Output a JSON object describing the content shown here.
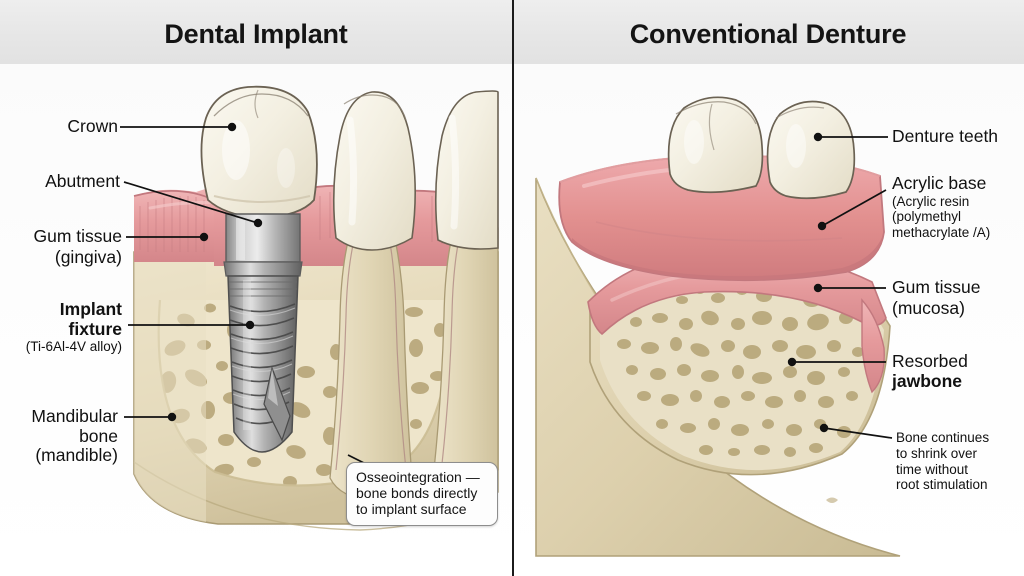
{
  "figure": {
    "type": "medical-illustration",
    "subject": "Comparison of dental implant versus conventional denture in the mandible",
    "panel_count": 2
  },
  "panels": {
    "left": {
      "title": "Dental Implant",
      "labels": [
        {
          "id": "crown",
          "name": "Crown",
          "sub": "",
          "bold": false,
          "align": "right"
        },
        {
          "id": "abutment",
          "name": "Abutment",
          "sub": "",
          "bold": false,
          "align": "right"
        },
        {
          "id": "gum",
          "name": "Gum tissue",
          "sub": "(gingiva)",
          "bold": false,
          "align": "right"
        },
        {
          "id": "fixture",
          "name": "Implant\nfixture",
          "sub": "(Ti-6Al-4V alloy)",
          "bold": true,
          "align": "right"
        },
        {
          "id": "mandible",
          "name": "Mandibular\nbone",
          "sub": "(mandible)",
          "bold": false,
          "align": "right"
        }
      ],
      "label_text": {
        "crown": "Crown",
        "abutment": "Abutment",
        "gum_main": "Gum tissue",
        "gum_sub": "(gingiva)",
        "fixture_line1": "Implant",
        "fixture_line2": "fixture",
        "fixture_sub": "(Ti-6Al-4V alloy)",
        "mandible_line1": "Mandibular",
        "mandible_line2": "bone",
        "mandible_sub": "(mandible)"
      },
      "callout": {
        "line1": "Osseointegration —",
        "line2": "bone bonds directly",
        "line3": "to implant surface"
      }
    },
    "right": {
      "title": "Conventional Denture",
      "label_text": {
        "denture_teeth": "Denture teeth",
        "acrylic_main": "Acrylic base",
        "acrylic_sub1": "(Acrylic resin",
        "acrylic_sub2": "(polymethyl",
        "acrylic_sub3": "methacrylate /A)",
        "gum_main": "Gum tissue",
        "gum_sub": "(mucosa)",
        "resorbed_line1": "Resorbed",
        "resorbed_line2": "jawbone"
      },
      "note": {
        "line1": "Bone continues",
        "line2": "to shrink over",
        "line3": "time without",
        "line4": "root stimulation"
      }
    }
  },
  "colors": {
    "header_band": "#e6e6e6",
    "panel_bg": "#fcfcfc",
    "divider": "#1b1b1b",
    "text": "#111111",
    "gum_pink": "#e49a9c",
    "gum_pink_dark": "#c97a7e",
    "gum_pink_light": "#f0b9ba",
    "denture_acrylic": "#e08f93",
    "bone_cortical": "#e4d9bd",
    "bone_cortical_light": "#efe6cf",
    "trabecula": "#b5a478",
    "tooth_enamel": "#f4f1e6",
    "tooth_root": "#e0d6b8",
    "metal_light": "#d6d6d6",
    "metal_mid": "#9a9a9a",
    "metal_dark": "#6d6d6d",
    "outline": "#4a4338",
    "leader": "#111111"
  }
}
